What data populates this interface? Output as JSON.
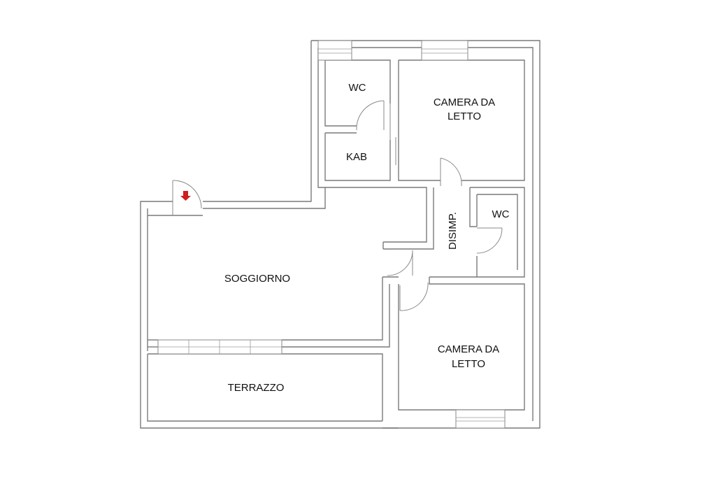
{
  "rooms": {
    "wc_top": "WC",
    "kab": "KAB",
    "camera_top_line1": "CAMERA DA",
    "camera_top_line2": "LETTO",
    "disimp": "DISIMP.",
    "wc_right": "WC",
    "soggiorno": "SOGGIORNO",
    "camera_bottom_line1": "CAMERA DA",
    "camera_bottom_line2": "LETTO",
    "terrazzo": "TERRAZZO"
  },
  "colors": {
    "walls": "#7a7a7a",
    "entrance_marker": "#cc1f1f",
    "background": "#ffffff"
  },
  "icons": {
    "entrance": "entrance-arrow-icon"
  }
}
